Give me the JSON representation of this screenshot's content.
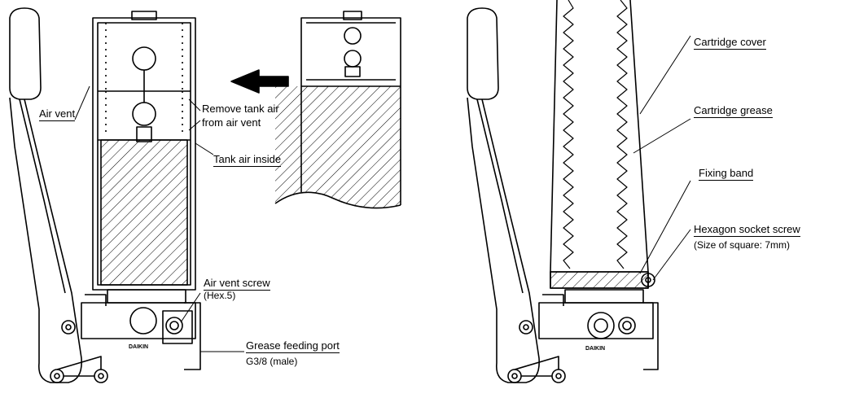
{
  "left_view": {
    "air_vent": "Air vent",
    "remove_air_line1": "Remove tank air",
    "remove_air_line2": "from air vent",
    "tank_air_inside": "Tank air inside",
    "air_vent_screw": "Air vent screw",
    "air_vent_screw_spec": "(Hex.5)",
    "grease_port": "Grease feeding port",
    "grease_port_spec": "G3/8 (male)",
    "brand": "DAIKIN"
  },
  "right_view": {
    "cartridge_cover": "Cartridge cover",
    "cartridge_grease": "Cartridge grease",
    "fixing_band": "Fixing band",
    "hex_socket_screw": "Hexagon socket screw",
    "hex_socket_spec": "(Size of square: 7mm)",
    "brand": "DAIKIN"
  }
}
